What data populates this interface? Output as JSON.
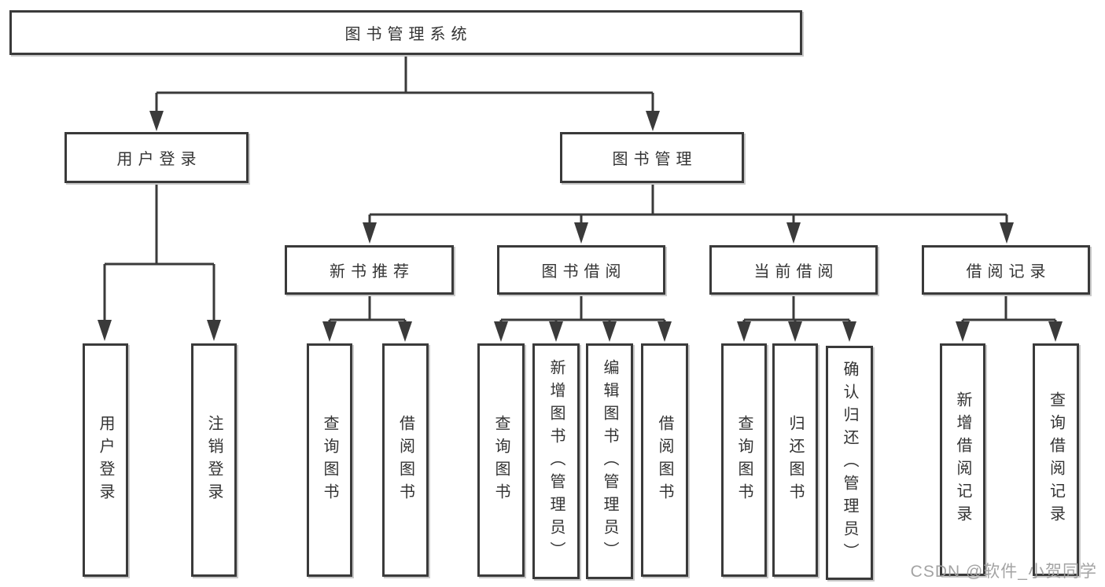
{
  "diagram": {
    "title": "图书管理系统",
    "nodes": {
      "root": "图书管理系统",
      "user_login": "用户登录",
      "book_mgmt": "图书管理",
      "new_book": "新书推荐",
      "book_borrow": "图书借阅",
      "current_borrow": "当前借阅",
      "borrow_records": "借阅记录",
      "leaf_user_login": "用户登录",
      "leaf_logout": "注销登录",
      "leaf_nb_query": "查询图书",
      "leaf_nb_borrow": "借阅图书",
      "leaf_bb_query": "查询图书",
      "leaf_bb_add": "新增图书（管理员）",
      "leaf_bb_edit": "编辑图书（管理员）",
      "leaf_bb_borrow": "借阅图书",
      "leaf_cb_query": "查询图书",
      "leaf_cb_return": "归还图书",
      "leaf_cb_confirm": "确认归还（管理员）",
      "leaf_br_add": "新增借阅记录",
      "leaf_br_query": "查询借阅记录"
    },
    "colors": {
      "line": "#3a3a3a",
      "box_border": "#3a3a3a",
      "text": "#333333",
      "background": "#ffffff",
      "watermark": "#9e9e9e"
    }
  },
  "watermark": "CSDN @软件_小贺同学"
}
